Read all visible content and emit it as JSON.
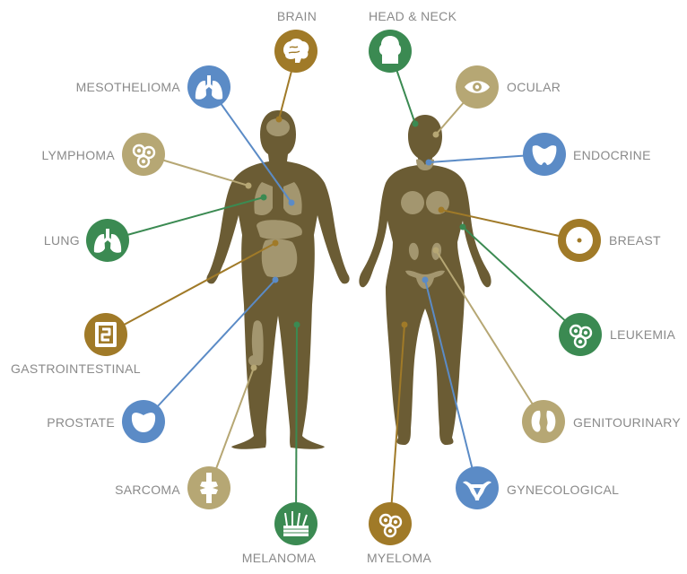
{
  "colors": {
    "body": "#6b5c34",
    "organ": "#a3966f",
    "gold": "#a07a28",
    "blue": "#5b8bc6",
    "green": "#3b8a52",
    "tan": "#b6a774",
    "label": "#8a8a8a"
  },
  "categories": {
    "brain": {
      "label": "BRAIN",
      "color": "gold",
      "icon": "brain-icon"
    },
    "head_neck": {
      "label": "HEAD & NECK",
      "color": "green",
      "icon": "head-icon"
    },
    "mesothelioma": {
      "label": "MESOTHELIOMA",
      "color": "blue",
      "icon": "lungs-icon"
    },
    "ocular": {
      "label": "OCULAR",
      "color": "tan",
      "icon": "eye-icon"
    },
    "lymphoma": {
      "label": "LYMPHOMA",
      "color": "tan",
      "icon": "cells-icon"
    },
    "endocrine": {
      "label": "ENDOCRINE",
      "color": "blue",
      "icon": "thyroid-icon"
    },
    "lung": {
      "label": "LUNG",
      "color": "green",
      "icon": "lungs-icon"
    },
    "breast": {
      "label": "BREAST",
      "color": "gold",
      "icon": "breast-icon"
    },
    "gastrointestinal": {
      "label": "GASTROINTESTINAL",
      "color": "gold",
      "icon": "intestine-icon"
    },
    "leukemia": {
      "label": "LEUKEMIA",
      "color": "green",
      "icon": "blood-cells-icon"
    },
    "prostate": {
      "label": "PROSTATE",
      "color": "blue",
      "icon": "prostate-icon"
    },
    "genitourinary": {
      "label": "GENITOURINARY",
      "color": "tan",
      "icon": "kidneys-icon"
    },
    "sarcoma": {
      "label": "SARCOMA",
      "color": "tan",
      "icon": "bone-joint-icon"
    },
    "gynecological": {
      "label": "GYNECOLOGICAL",
      "color": "blue",
      "icon": "uterus-icon"
    },
    "melanoma": {
      "label": "MELANOMA",
      "color": "green",
      "icon": "skin-icon"
    },
    "myeloma": {
      "label": "MYELOMA",
      "color": "gold",
      "icon": "cells-icon"
    }
  }
}
